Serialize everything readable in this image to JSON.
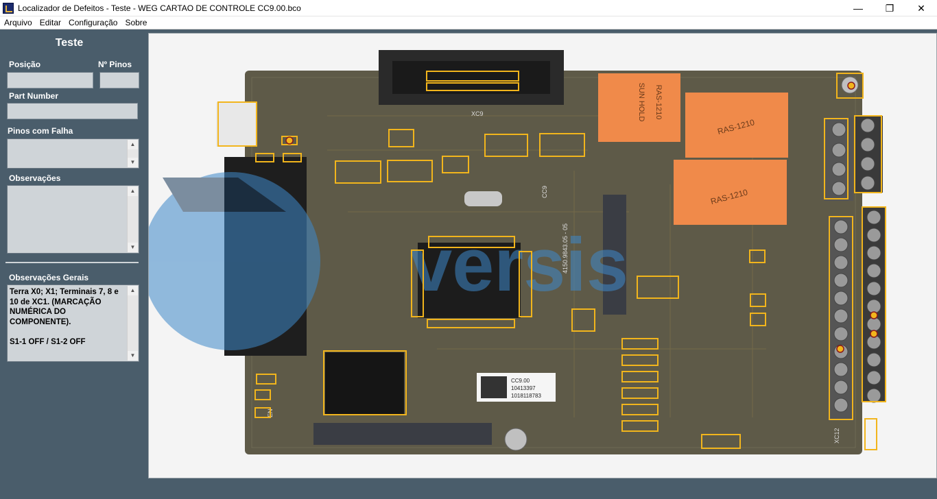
{
  "window": {
    "title": "Localizador de Defeitos - Teste - WEG CARTAO DE CONTROLE CC9.00.bco",
    "minimize_glyph": "—",
    "maximize_glyph": "❐",
    "close_glyph": "✕"
  },
  "menu": {
    "items": [
      {
        "label": "Arquivo"
      },
      {
        "label": "Editar"
      },
      {
        "label": "Configuração"
      },
      {
        "label": "Sobre"
      }
    ]
  },
  "sidebar": {
    "title": "Teste",
    "posicao_label": "Posição",
    "posicao_value": "",
    "npinos_label": "Nº Pinos",
    "npinos_value": "",
    "part_number_label": "Part Number",
    "part_number_value": "",
    "pinos_falha_label": "Pinos com Falha",
    "pinos_falha_value": "",
    "observacoes_label": "Observações",
    "observacoes_value": "",
    "observacoes_gerais_label": "Observações Gerais",
    "observacoes_gerais_value": "Terra X0; X1; Terminais 7, 8 e 10 de XC1. (MARCAÇÃO NUMÉRICA DO COMPONENTE).\n\nS1-1 OFF / S1-2 OFF"
  },
  "board": {
    "silkscreen": {
      "relay_brand": "SUN HOLD",
      "relay_model": "RAS-1210",
      "label_1": "CC9.00",
      "label_2": "10413397",
      "label_3": "1018118783",
      "board_code": "CC9",
      "board_number": "4150.9843.05 - 05",
      "connector_1": "XC12",
      "connector_2": "XC9",
      "en_mark": "EN"
    },
    "watermark_text": "versis"
  },
  "colors": {
    "highlight": "#f2b51c",
    "panel_bg": "#4a5d6b",
    "field_bg": "#cfd4d8",
    "pcb": "#5e5a48"
  }
}
